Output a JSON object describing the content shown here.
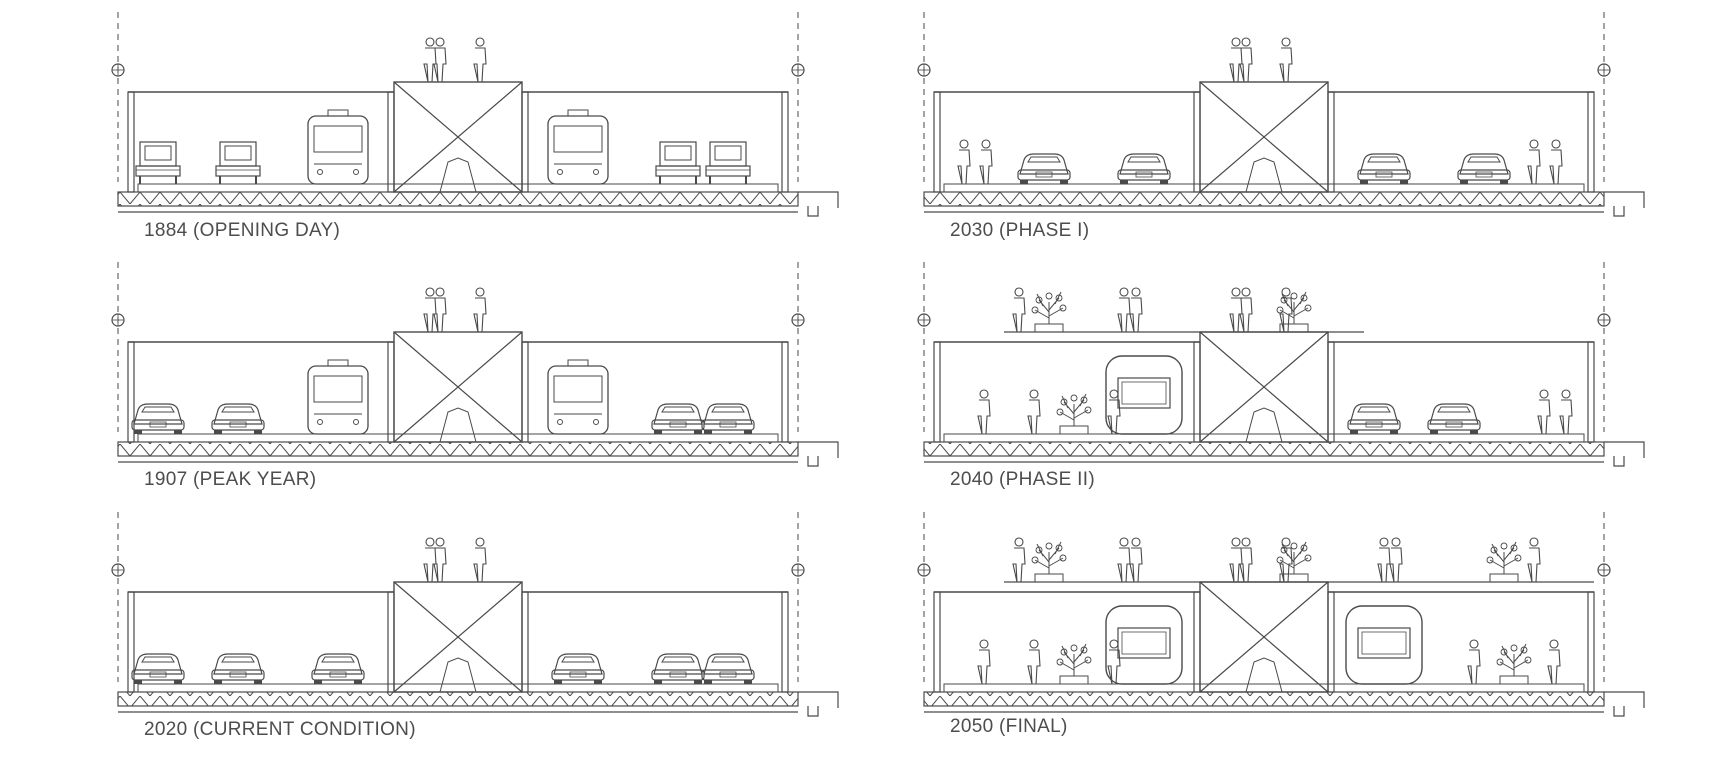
{
  "sections": [
    {
      "id": "s1884",
      "label": "1884 (OPENING DAY)",
      "lanes": [
        "carriage",
        "carriage",
        "trolley"
      ],
      "upper_deck": false
    },
    {
      "id": "s1907",
      "label": "1907 (PEAK YEAR)",
      "lanes": [
        "car",
        "tram",
        "trolley"
      ],
      "upper_deck": false
    },
    {
      "id": "s2020",
      "label": "2020 (CURRENT CONDITION)",
      "lanes": [
        "car",
        "car",
        "car"
      ],
      "upper_deck": false
    },
    {
      "id": "s2030",
      "label": "2030 (PHASE I)",
      "lanes": [
        "people",
        "car",
        "car"
      ],
      "upper_deck": false
    },
    {
      "id": "s2040",
      "label": "2040 (PHASE II)",
      "lanes": [
        "people",
        "pod"
      ],
      "upper_deck": true
    },
    {
      "id": "s2050",
      "label": "2050 (FINAL)",
      "lanes": [
        "people",
        "pod"
      ],
      "upper_deck": true
    }
  ],
  "colors": {
    "line": "#4a4a4a",
    "text": "#4d4d4d",
    "background": "#ffffff"
  }
}
